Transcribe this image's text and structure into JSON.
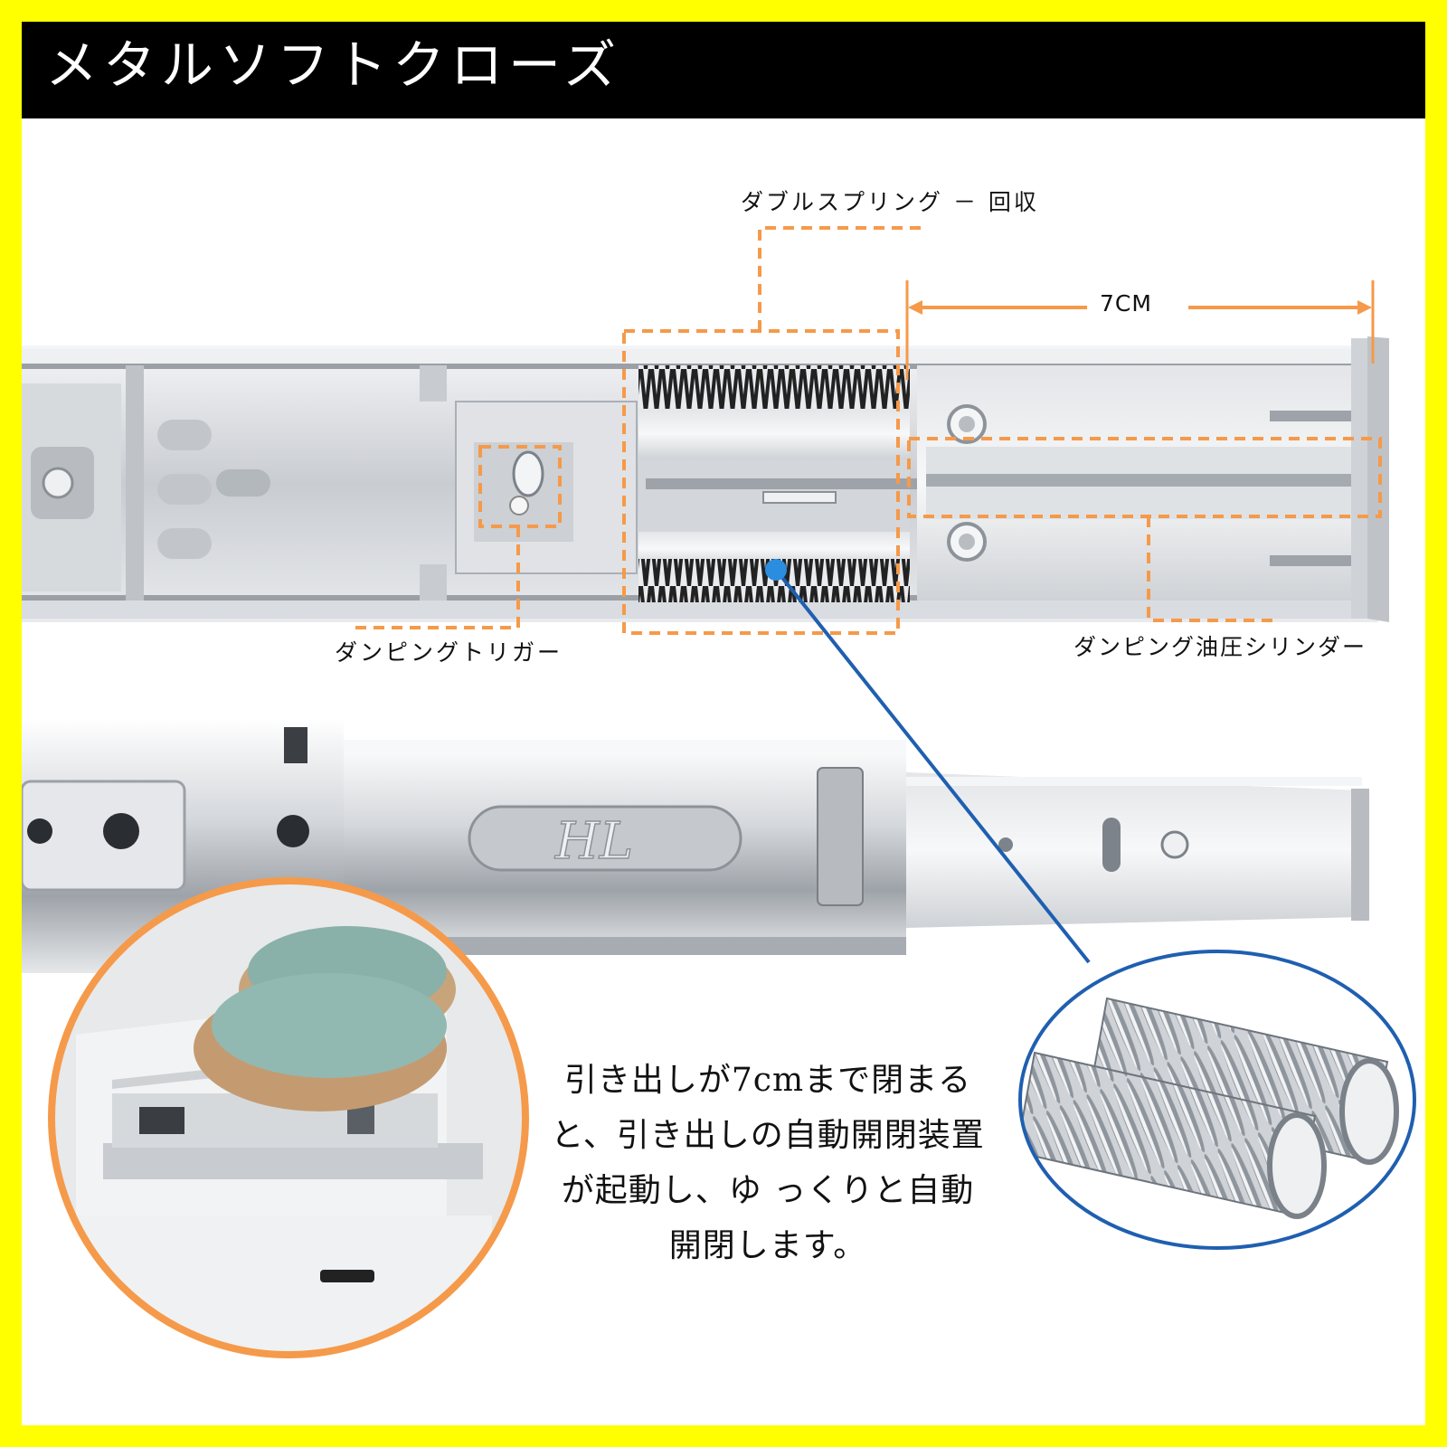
{
  "header": {
    "title": "メタルソフトクローズ"
  },
  "labels": {
    "double_spring": "ダブルスプリング － 回収",
    "length": "7CM",
    "damping_trigger": "ダンピングトリガー",
    "damping_cylinder": "ダンピング油圧シリンダー"
  },
  "rail_logo": "HL",
  "description": {
    "lines": [
      "引き出しが7cmまで閉まる",
      "と、引き出しの自動開閉装置",
      "が起動し、ゆ っくりと自動",
      "開閉します。"
    ]
  },
  "colors": {
    "border": "#ffff00",
    "header_bg": "#000000",
    "header_text": "#ffffff",
    "callout": "#f59a4a",
    "pointer": "#1f5fb0",
    "dot": "#2a8de0"
  }
}
